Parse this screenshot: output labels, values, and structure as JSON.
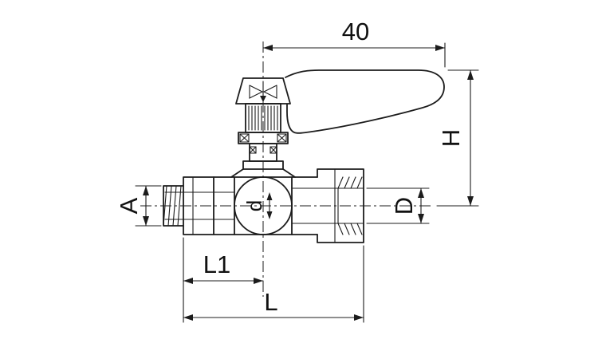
{
  "drawing": {
    "type": "technical-dimension-drawing",
    "subject": "ball-valve-with-lever-handle",
    "background": "#ffffff",
    "line_color": "#1c1c1c",
    "labels": {
      "dim_top": "40",
      "dim_height": "H",
      "dim_left_port": "A",
      "dim_right_port": "D",
      "dim_bore": "d",
      "dim_length_partial": "L1",
      "dim_length_total": "L"
    }
  }
}
